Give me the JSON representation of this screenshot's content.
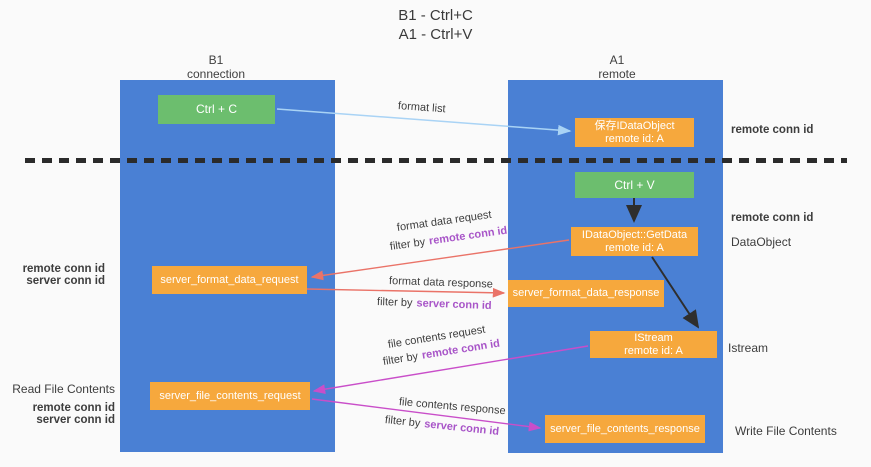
{
  "title": {
    "line1": "B1 - Ctrl+C",
    "line2": "A1 - Ctrl+V"
  },
  "columns": {
    "left": {
      "name": "B1",
      "subtitle": "connection"
    },
    "right": {
      "name": "A1",
      "subtitle": "remote"
    }
  },
  "boxes": {
    "ctrl_c": {
      "label": "Ctrl + C"
    },
    "ctrl_v": {
      "label": "Ctrl + V"
    },
    "save_dataobject": {
      "line1": "保存IDataObject",
      "line2": "remote id: A"
    },
    "getdata": {
      "line1": "IDataObject::GetData",
      "line2": "remote id: A"
    },
    "istream": {
      "line1": "IStream",
      "line2": "remote id: A"
    },
    "format_request": {
      "label": "server_format_data_request"
    },
    "format_response": {
      "label": "server_format_data_response"
    },
    "file_request": {
      "label": "server_file_contents_request"
    },
    "file_response": {
      "label": "server_file_contents_response"
    }
  },
  "arrows": {
    "format_list": {
      "label": "format list"
    },
    "format_data_request": {
      "label": "format data request",
      "filter_prefix": "filter by",
      "filter_key": "remote conn id"
    },
    "format_data_response": {
      "label": "format data response",
      "filter_prefix": "filter by",
      "filter_key": "server conn id"
    },
    "file_contents_request": {
      "label": "file contents request",
      "filter_prefix": "filter by",
      "filter_key": "remote conn id"
    },
    "file_contents_response": {
      "label": "file contents response",
      "filter_prefix": "filter by",
      "filter_key": "server conn id"
    }
  },
  "side_labels": {
    "right_remote_top": "remote conn id",
    "right_remote_mid": "remote conn id",
    "dataobject": "DataObject",
    "istream": "Istream",
    "write_file": "Write File Contents",
    "left_remote_1": "remote conn id",
    "left_server_1": "server conn id",
    "read_file": "Read File Contents",
    "left_remote_2": "remote conn id",
    "left_server_2": "server conn id"
  },
  "colors": {
    "column_blue": "#4a80d4",
    "box_green": "#6cbe6e",
    "box_orange": "#f6a83d",
    "purple_label": "#a855c8",
    "green_label": "#5cb860",
    "arrow_salmon": "#ea7368",
    "arrow_magenta": "#c94ec9",
    "arrow_lightblue": "#a9d3f5",
    "arrow_black": "#2e2e2e",
    "dashed_line": "#2b2b2b"
  }
}
